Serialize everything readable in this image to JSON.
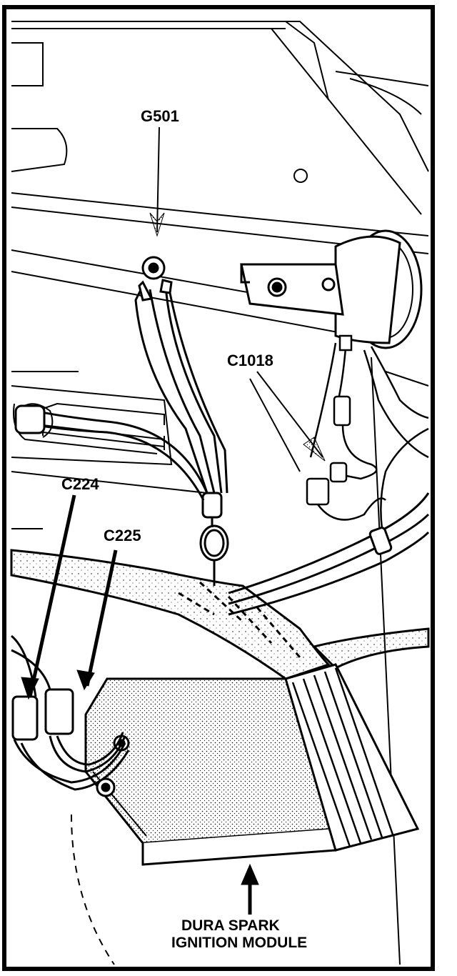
{
  "labels": {
    "g501": "G501",
    "c1018": "C1018",
    "c224": "C224",
    "c225": "C225",
    "module_line1": "DURA SPARK",
    "module_line2": "IGNITION  MODULE"
  },
  "colors": {
    "ink": "#000000",
    "paper": "#ffffff"
  }
}
